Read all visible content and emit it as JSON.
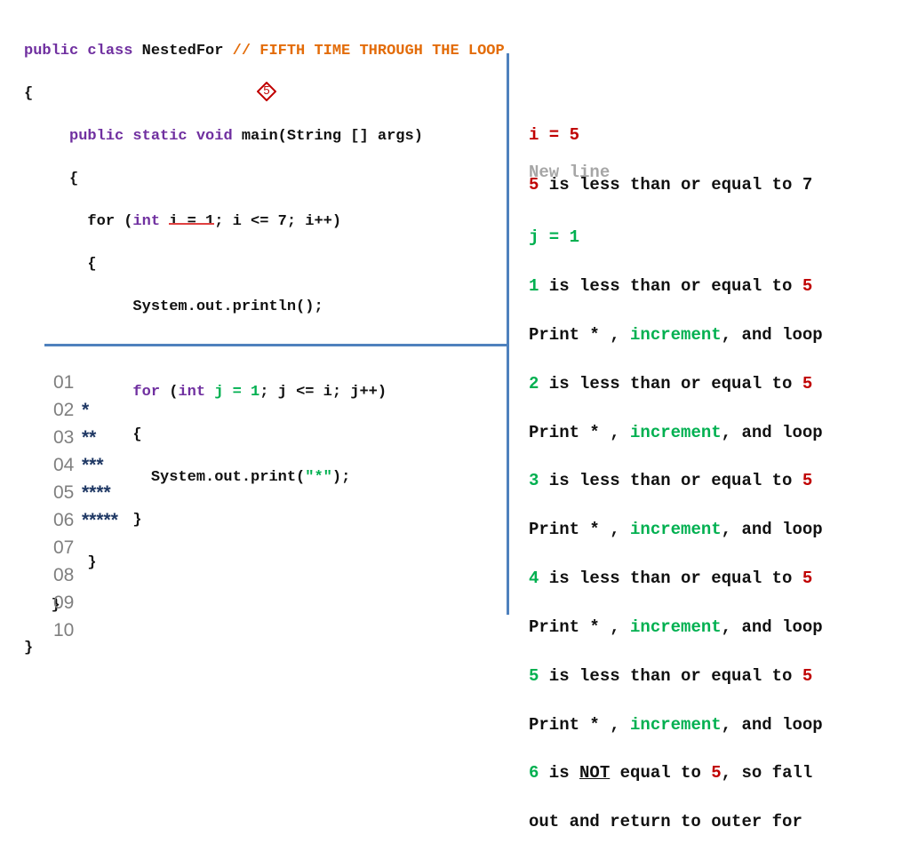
{
  "code": {
    "l1_kw": "public class",
    "l1_name": " NestedFor ",
    "l1_comment": "// FIFTH TIME THROUGH THE LOOP",
    "l2": "{",
    "l3_indent": "     ",
    "l3_kw": "public static void",
    "l3_rest": " main(String [] args)",
    "l4": "     {",
    "l5_a": "       for (",
    "l5_int": "int",
    "l5_sp": " ",
    "l5_strike": "i = 1",
    "l5_b": "; i <= 7; i++)",
    "l6": "       {",
    "l7": "            System.out.println();",
    "l9_a": "            ",
    "l9_for": "for",
    "l9_b": " (",
    "l9_int": "int",
    "l9_c": " ",
    "l9_j": "j = 1",
    "l9_d": "; j <= i; j++)",
    "l10": "            {",
    "l11_a": "              System.out.print(",
    "l11_str": "\"*\"",
    "l11_b": ");",
    "l12": "            }",
    "l13": "       }",
    "l14": "   }",
    "l15": "}",
    "badge": "5"
  },
  "output": {
    "rows": [
      {
        "n": "01",
        "s": ""
      },
      {
        "n": "02",
        "s": "*"
      },
      {
        "n": "03",
        "s": "**"
      },
      {
        "n": "04",
        "s": "***"
      },
      {
        "n": "05",
        "s": "****"
      },
      {
        "n": "06",
        "s": "*****"
      },
      {
        "n": "07",
        "s": ""
      },
      {
        "n": "08",
        "s": ""
      },
      {
        "n": "09",
        "s": ""
      },
      {
        "n": "10",
        "s": ""
      }
    ]
  },
  "explain": {
    "i_eq": "i = 5",
    "five": "5",
    "cmp7": " is less than or equal to 7",
    "newline": "New line",
    "j_eq": "j = 1",
    "le": " is less than or equal to ",
    "print_a": "Print * , ",
    "increment": "increment",
    "print_b": ", and loop",
    "n1": "1",
    "n2": "2",
    "n3": "3",
    "n4": "4",
    "n6": "6",
    "is": " is ",
    "not": "NOT",
    "eq_to": " equal to ",
    "so_fall": ", so fall",
    "last": "out and return to outer for"
  },
  "colors": {
    "keyword": "#7030a0",
    "comment": "#e36c09",
    "green": "#00b050",
    "red": "#c00000",
    "divider": "#4f81bd"
  }
}
